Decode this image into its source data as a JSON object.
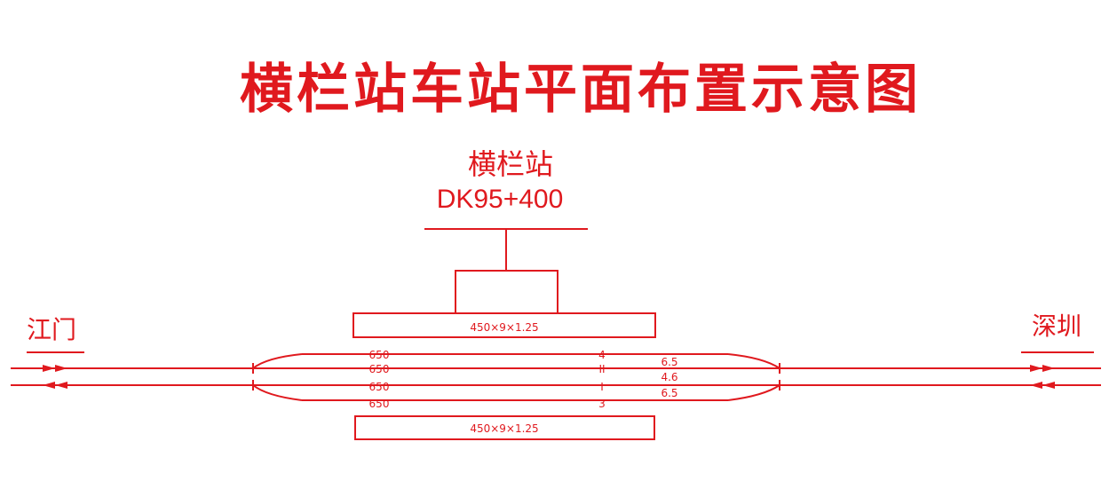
{
  "title": "横栏站车站平面布置示意图",
  "station": {
    "name": "横栏站",
    "mileage": "DK95+400"
  },
  "endpoints": {
    "left": "江门",
    "right": "深圳"
  },
  "platforms": {
    "upper_label": "450×9×1.25",
    "lower_label": "450×9×1.25"
  },
  "tracks": [
    {
      "length": "650",
      "number": "4",
      "spacing": "6.5"
    },
    {
      "length": "650",
      "number": "II",
      "spacing": "4.6"
    },
    {
      "length": "650",
      "number": "I",
      "spacing": "6.5"
    },
    {
      "length": "650",
      "number": "3",
      "spacing": ""
    }
  ],
  "colors": {
    "line": "#e0191e",
    "text": "#e0191e",
    "background": "#ffffff"
  }
}
